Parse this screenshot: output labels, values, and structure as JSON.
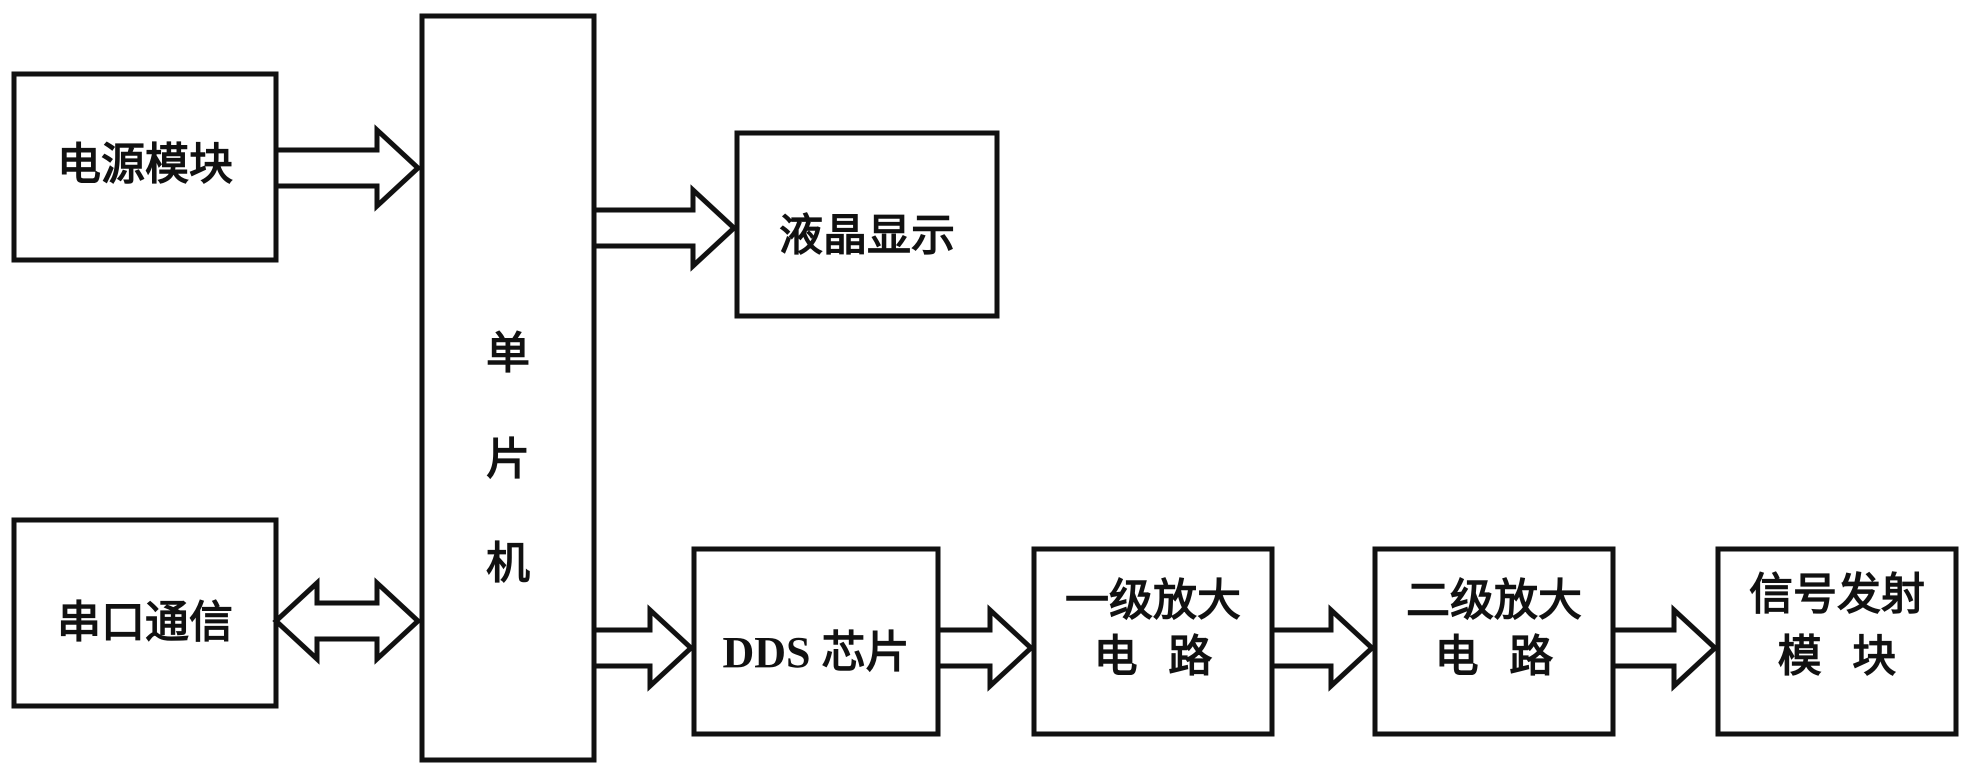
{
  "blocks": {
    "power_module": "电源模块",
    "mcu": [
      "单",
      "片",
      "机"
    ],
    "lcd_display": "液晶显示",
    "serial_comm": "串口通信",
    "dds_chip": "DDS 芯片",
    "amp_stage_1": [
      "一级放大",
      "电  路"
    ],
    "amp_stage_2": [
      "二级放大",
      "电  路"
    ],
    "signal_tx": [
      "信号发射",
      "模  块"
    ]
  },
  "connections": [
    {
      "from": "power_module",
      "to": "mcu",
      "direction": "one-way"
    },
    {
      "from": "mcu",
      "to": "lcd_display",
      "direction": "one-way"
    },
    {
      "from": "serial_comm",
      "to": "mcu",
      "direction": "two-way"
    },
    {
      "from": "mcu",
      "to": "dds_chip",
      "direction": "one-way"
    },
    {
      "from": "dds_chip",
      "to": "amp_stage_1",
      "direction": "one-way"
    },
    {
      "from": "amp_stage_1",
      "to": "amp_stage_2",
      "direction": "one-way"
    },
    {
      "from": "amp_stage_2",
      "to": "signal_tx",
      "direction": "one-way"
    }
  ],
  "colors": {
    "stroke": "#111111",
    "background": "#ffffff"
  }
}
